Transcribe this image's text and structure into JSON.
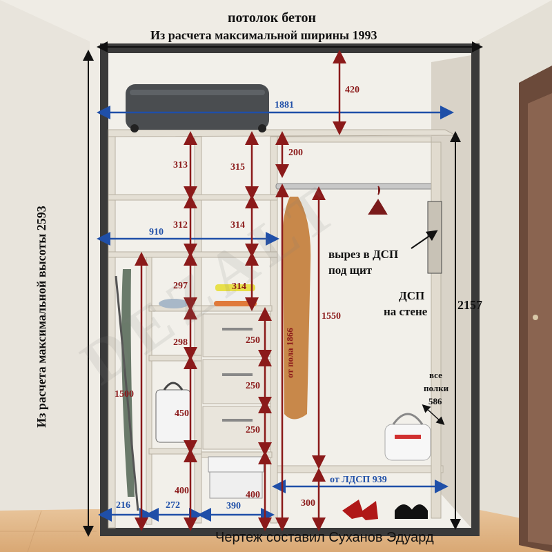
{
  "header": {
    "ceiling": "потолок бетон",
    "width_note": "Из расчета максимальной ширины 1993"
  },
  "watermark": "DEZALT",
  "left_height_note": "Из расчета максимальной высоты 2593",
  "dimensions": {
    "top_gap": "420",
    "inner_width": "1881",
    "left_section_width": "910",
    "shelf_313": "313",
    "shelf_315": "315",
    "shelf_312": "312",
    "shelf_314_a": "314",
    "shelf_314_b": "314",
    "shelf_297": "297",
    "shelf_298": "298",
    "shelf_450": "450",
    "shelf_400_left": "400",
    "left_tall_1500": "1500",
    "drawer_250_a": "250",
    "drawer_250_b": "250",
    "drawer_250_c": "250",
    "drawer_400_right": "400",
    "gap_200": "200",
    "hang_1550": "1550",
    "floor_1866": "от пола 1866",
    "bottom_300": "300",
    "right_height": "2157",
    "width_216": "216",
    "width_272": "272",
    "width_390": "390",
    "width_939": "от ЛДСП 939",
    "shelves_all": "все",
    "shelves_word": "полки",
    "shelves_depth": "586"
  },
  "notes": {
    "cutout_line1": "вырез в ДСП",
    "cutout_line2": "под щит",
    "board_line1": "ДСП",
    "board_line2": "на стене"
  },
  "footer": "Чертеж составил Суханов Эдуард",
  "colors": {
    "dim_red": "#8b1a1a",
    "dim_blue": "#1f4fa8",
    "panel": "#e9e5dc",
    "frame": "#3a3a3a",
    "floor": "#e2b88a",
    "wall": "#ebe7df",
    "door": "#6b4a3a"
  }
}
